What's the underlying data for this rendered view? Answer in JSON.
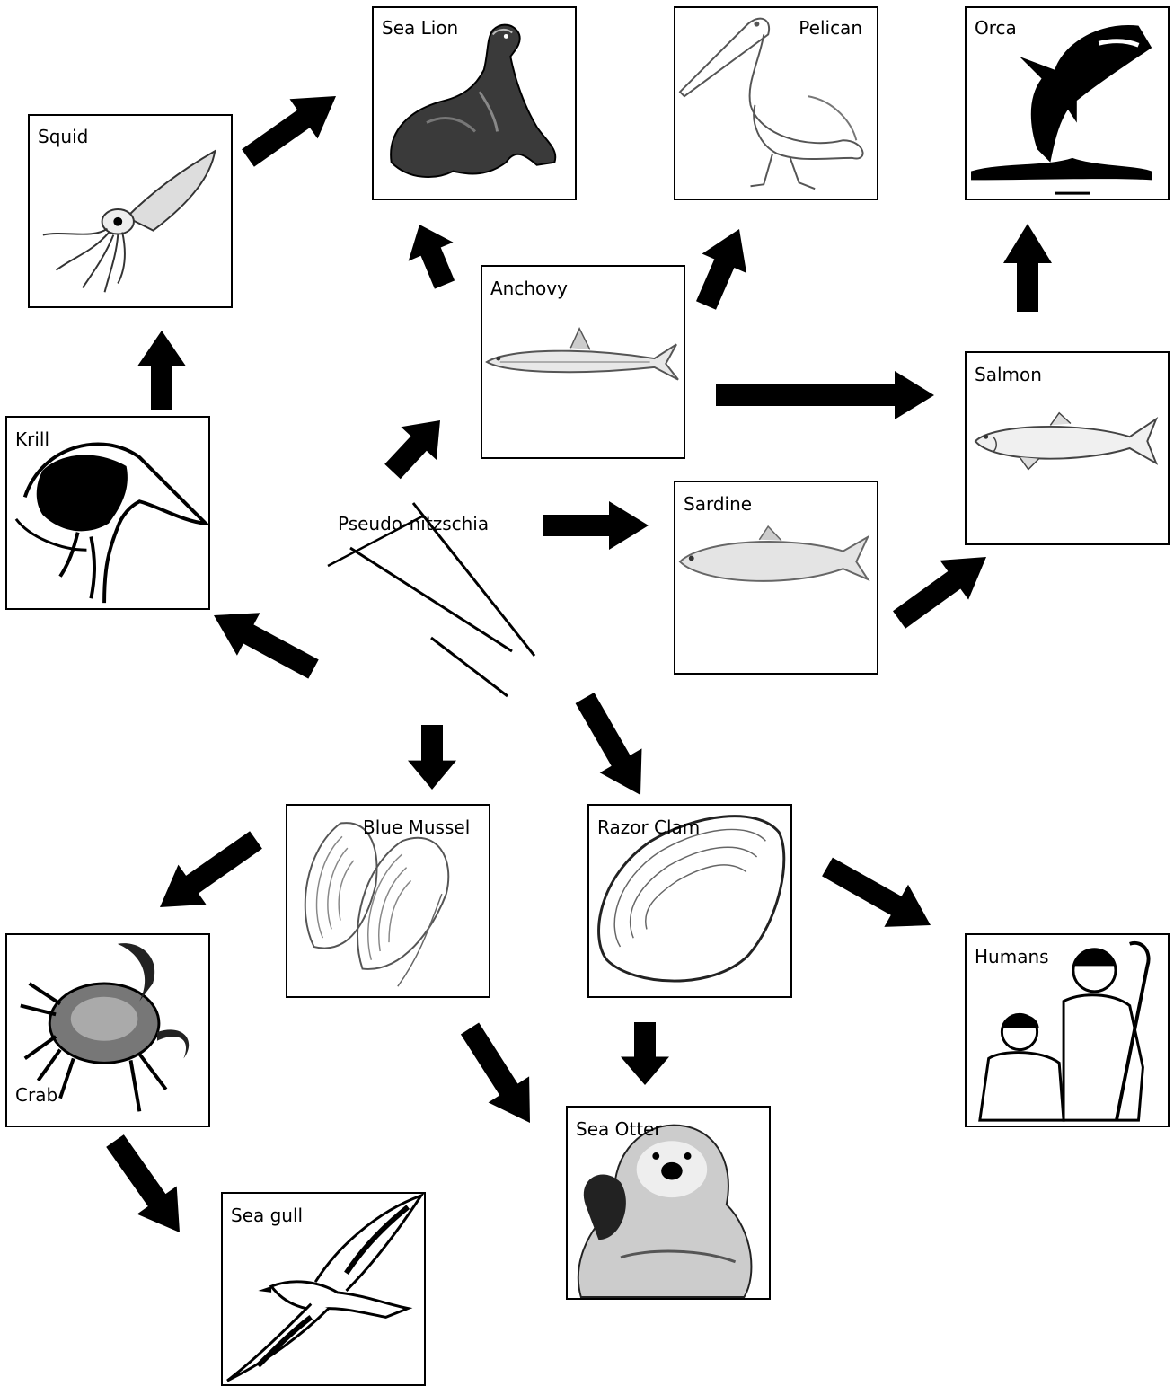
{
  "organisms": {
    "sea_lion": "Sea Lion",
    "pelican": "Pelican",
    "orca": "Orca",
    "squid": "Squid",
    "anchovy": "Anchovy",
    "krill": "Krill",
    "salmon": "Salmon",
    "pseudo_nitzschia": "Pseudo-nitzschia",
    "sardine": "Sardine",
    "blue_mussel": "Blue Mussel",
    "razor_clam": "Razor Clam",
    "crab": "Crab",
    "humans": "Humans",
    "sea_otter": "Sea Otter",
    "sea_gull": "Sea gull"
  },
  "links": [
    [
      "Squid",
      "Sea Lion"
    ],
    [
      "Anchovy",
      "Sea Lion"
    ],
    [
      "Anchovy",
      "Pelican"
    ],
    [
      "Salmon",
      "Orca"
    ],
    [
      "Krill",
      "Squid"
    ],
    [
      "Anchovy",
      "Salmon"
    ],
    [
      "Pseudo-nitzschia",
      "Anchovy"
    ],
    [
      "Pseudo-nitzschia",
      "Sardine"
    ],
    [
      "Sardine",
      "Salmon"
    ],
    [
      "Pseudo-nitzschia",
      "Krill"
    ],
    [
      "Pseudo-nitzschia",
      "Blue Mussel"
    ],
    [
      "Pseudo-nitzschia",
      "Razor Clam"
    ],
    [
      "Blue Mussel",
      "Crab"
    ],
    [
      "Razor Clam",
      "Humans"
    ],
    [
      "Blue Mussel",
      "Sea Otter"
    ],
    [
      "Razor Clam",
      "Sea Otter"
    ],
    [
      "Crab",
      "Sea gull"
    ]
  ],
  "colors": {
    "stroke": "#000000",
    "background": "#ffffff",
    "arrow": "#000000"
  }
}
